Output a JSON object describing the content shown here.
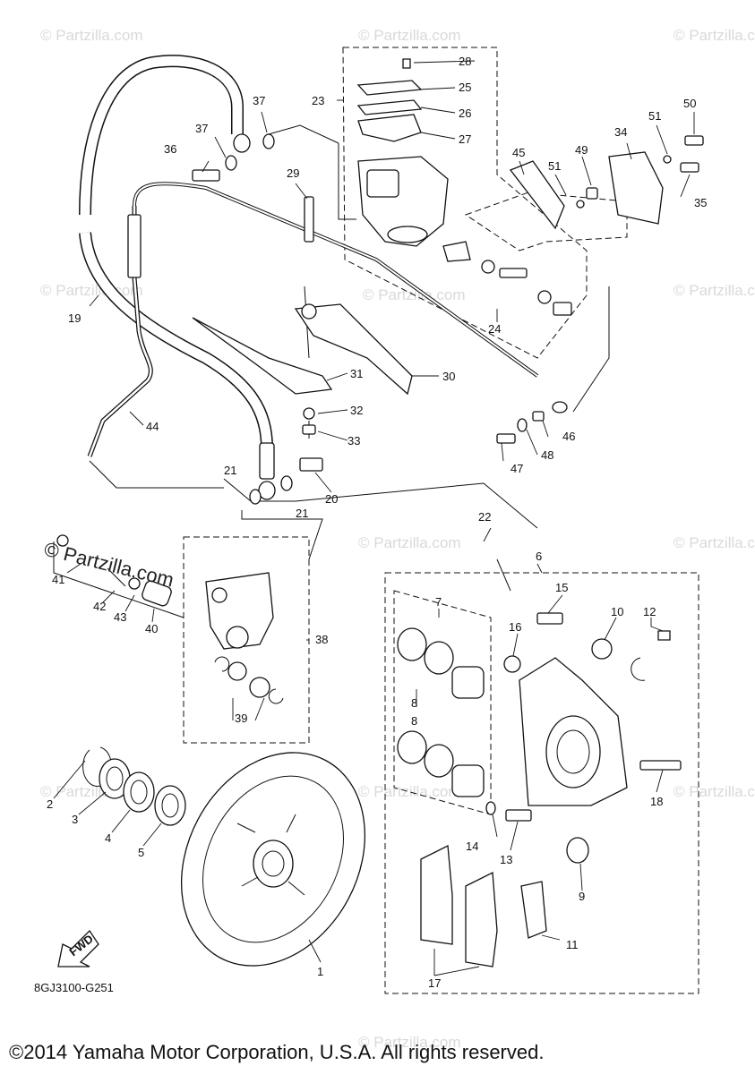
{
  "watermark": {
    "text": "© Partzilla.com",
    "main_text": "© Partzilla.com"
  },
  "diagram_code": "8GJ3100-G251",
  "fwd_label": "FWD",
  "copyright": "©2014 Yamaha Motor Corporation, U.S.A. All rights reserved.",
  "callouts": {
    "c1": "1",
    "c2": "2",
    "c3": "3",
    "c4": "4",
    "c5": "5",
    "c6": "6",
    "c7": "7",
    "c8a": "8",
    "c8b": "8",
    "c9": "9",
    "c10": "10",
    "c11": "11",
    "c12": "12",
    "c13": "13",
    "c14": "14",
    "c15": "15",
    "c16": "16",
    "c17": "17",
    "c18": "18",
    "c19": "19",
    "c20": "20",
    "c21a": "21",
    "c21b": "21",
    "c22": "22",
    "c23": "23",
    "c24": "24",
    "c25": "25",
    "c26": "26",
    "c27": "27",
    "c28": "28",
    "c29": "29",
    "c30": "30",
    "c31": "31",
    "c32": "32",
    "c33": "33",
    "c34": "34",
    "c35": "35",
    "c36": "36",
    "c37a": "37",
    "c37b": "37",
    "c38": "38",
    "c39": "39",
    "c40": "40",
    "c41": "41",
    "c42": "42",
    "c43": "43",
    "c44": "44",
    "c45": "45",
    "c46": "46",
    "c47": "47",
    "c48": "48",
    "c49": "49",
    "c50": "50",
    "c51a": "51",
    "c51b": "51"
  }
}
